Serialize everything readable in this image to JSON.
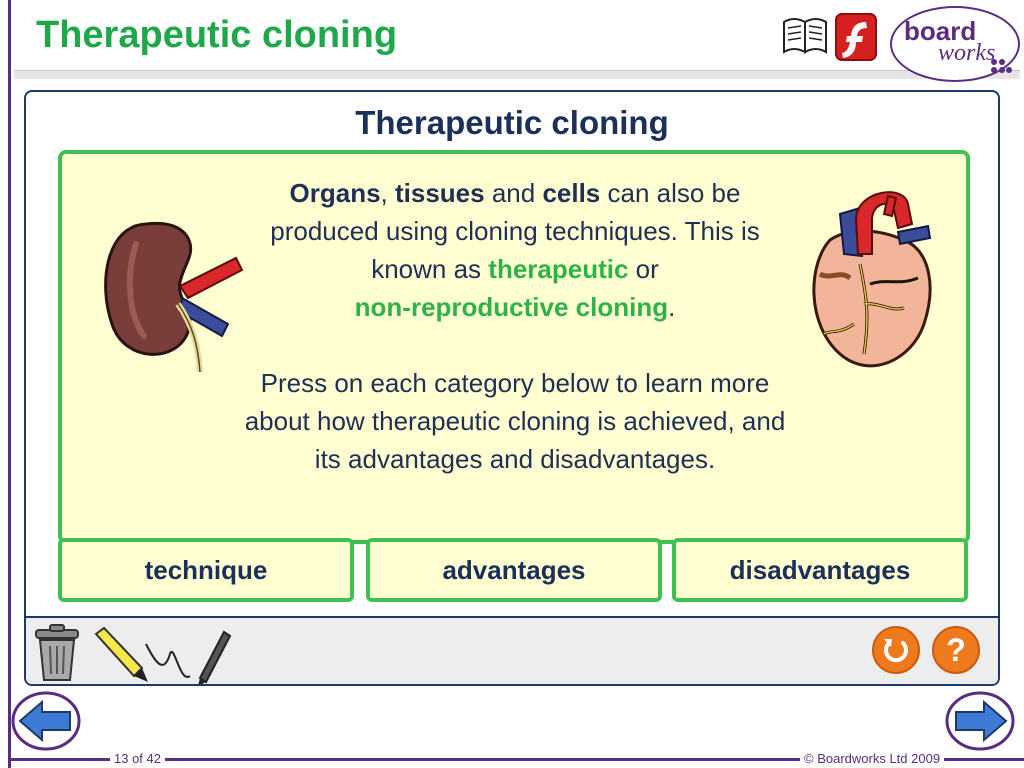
{
  "header": {
    "title": "Therapeutic cloning"
  },
  "logo": {
    "part1": "board",
    "part2": "works"
  },
  "panel": {
    "title": "Therapeutic cloning",
    "intro": {
      "organs": "Organs",
      "comma": ", ",
      "tissues": "tissues",
      "and": " and ",
      "cells": "cells",
      "rest1": " can also be produced using cloning techniques. This is known as ",
      "therapeutic": "therapeutic",
      "or": " or",
      "nonrepro": "non-reproductive cloning",
      "period": "."
    },
    "instructions": "Press on each category below to learn more about how therapeutic cloning is achieved, and its advantages and disadvantages."
  },
  "categories": {
    "technique": "technique",
    "advantages": "advantages",
    "disadvantages": "disadvantages"
  },
  "footer": {
    "page": "13 of 42",
    "copyright": "© Boardworks Ltd 2009"
  },
  "icons": {
    "book": "book-icon",
    "flash": "flash-icon",
    "trash": "trash-icon",
    "highlighter": "highlighter-icon",
    "pen": "pen-icon",
    "reset": "reset-icon",
    "help": "help-icon"
  },
  "colors": {
    "title_green": "#1ea84a",
    "accent_purple": "#5a2d82",
    "box_fill": "#ffffd2",
    "box_border": "#3fc152",
    "button_orange": "#ef7a1d"
  }
}
